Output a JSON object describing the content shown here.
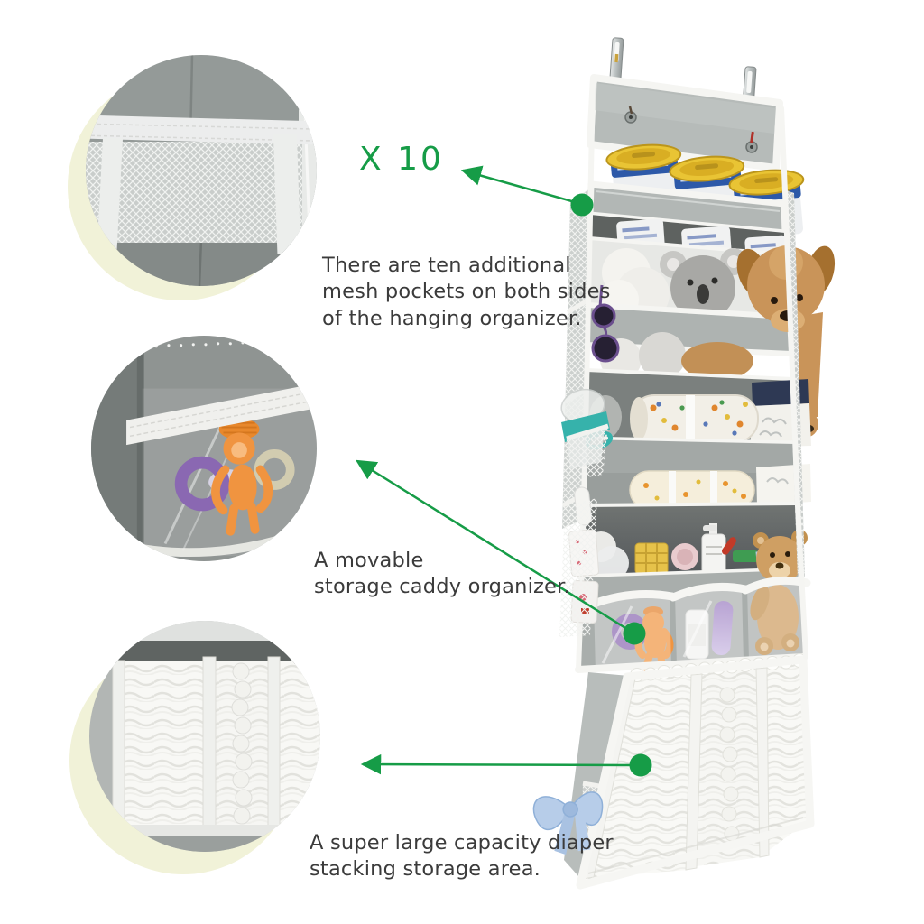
{
  "colors": {
    "accent-green": "#169c47",
    "cream": "#f1f2d8",
    "text-gray": "#3b3b3b",
    "fabric-gray": "#b6bbb9",
    "white-trim": "#f5f5f2"
  },
  "annotations": {
    "count_label": "X 10",
    "mesh": {
      "text": "There are ten additional\nmesh pockets on both sides\nof the hanging organizer."
    },
    "caddy": {
      "text": "A movable\nstorage caddy organizer."
    },
    "diaper": {
      "text": "A super large capacity diaper\nstacking storage area."
    }
  },
  "insets": [
    {
      "name": "mesh-pocket-closeup"
    },
    {
      "name": "clear-pocket-teethers-closeup"
    },
    {
      "name": "diaper-stack-closeup"
    }
  ],
  "product": {
    "name": "over-door-hanging-organizer"
  }
}
